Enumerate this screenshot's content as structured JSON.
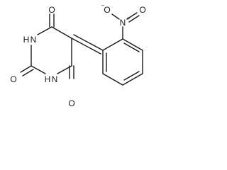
{
  "molecule": {
    "atoms": {
      "o_top": "O",
      "o_ring_left": "O",
      "o_ring_bottom": "O",
      "o_ring_right": "O",
      "nh_left_h": "H",
      "nh_left_n": "N",
      "nh_bottom_h": "H",
      "nh_bottom_n": "N",
      "nitro_n": "N",
      "nitro_n_charge": "+",
      "nitro_o_left": "O",
      "nitro_o_right": "O",
      "nitro_o_charge": "−"
    }
  }
}
